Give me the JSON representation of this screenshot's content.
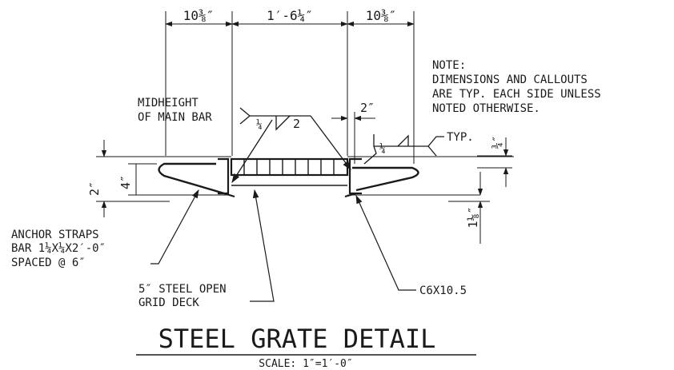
{
  "title": "STEEL GRATE DETAIL",
  "scale": "SCALE: 1″=1′-0″",
  "note": {
    "lines": [
      "NOTE:",
      "DIMENSIONS AND CALLOUTS",
      "ARE TYP. EACH SIDE UNLESS",
      "NOTED OTHERWISE."
    ]
  },
  "top_dims": {
    "left": "10⅜″",
    "middle": "1′-6¼″",
    "right": "10⅜″"
  },
  "weld_callouts": {
    "midheight": [
      "MIDHEIGHT",
      "OF MAIN BAR"
    ],
    "size_left": "¼",
    "length_left": "2",
    "size_right": "¼",
    "typ": "TYP."
  },
  "side_dims": {
    "gap": "2″",
    "right_vertical": "¾″",
    "left_outer": "2″",
    "left_inner": "4″",
    "bottom_right": "1⅛″"
  },
  "labels": {
    "anchor_straps": [
      "ANCHOR STRAPS",
      "BAR 1¼X¼X2′-0″",
      "SPACED @ 6″"
    ],
    "grid_deck": [
      "5″ STEEL OPEN",
      "GRID DECK"
    ],
    "channel": "C6X10.5"
  }
}
